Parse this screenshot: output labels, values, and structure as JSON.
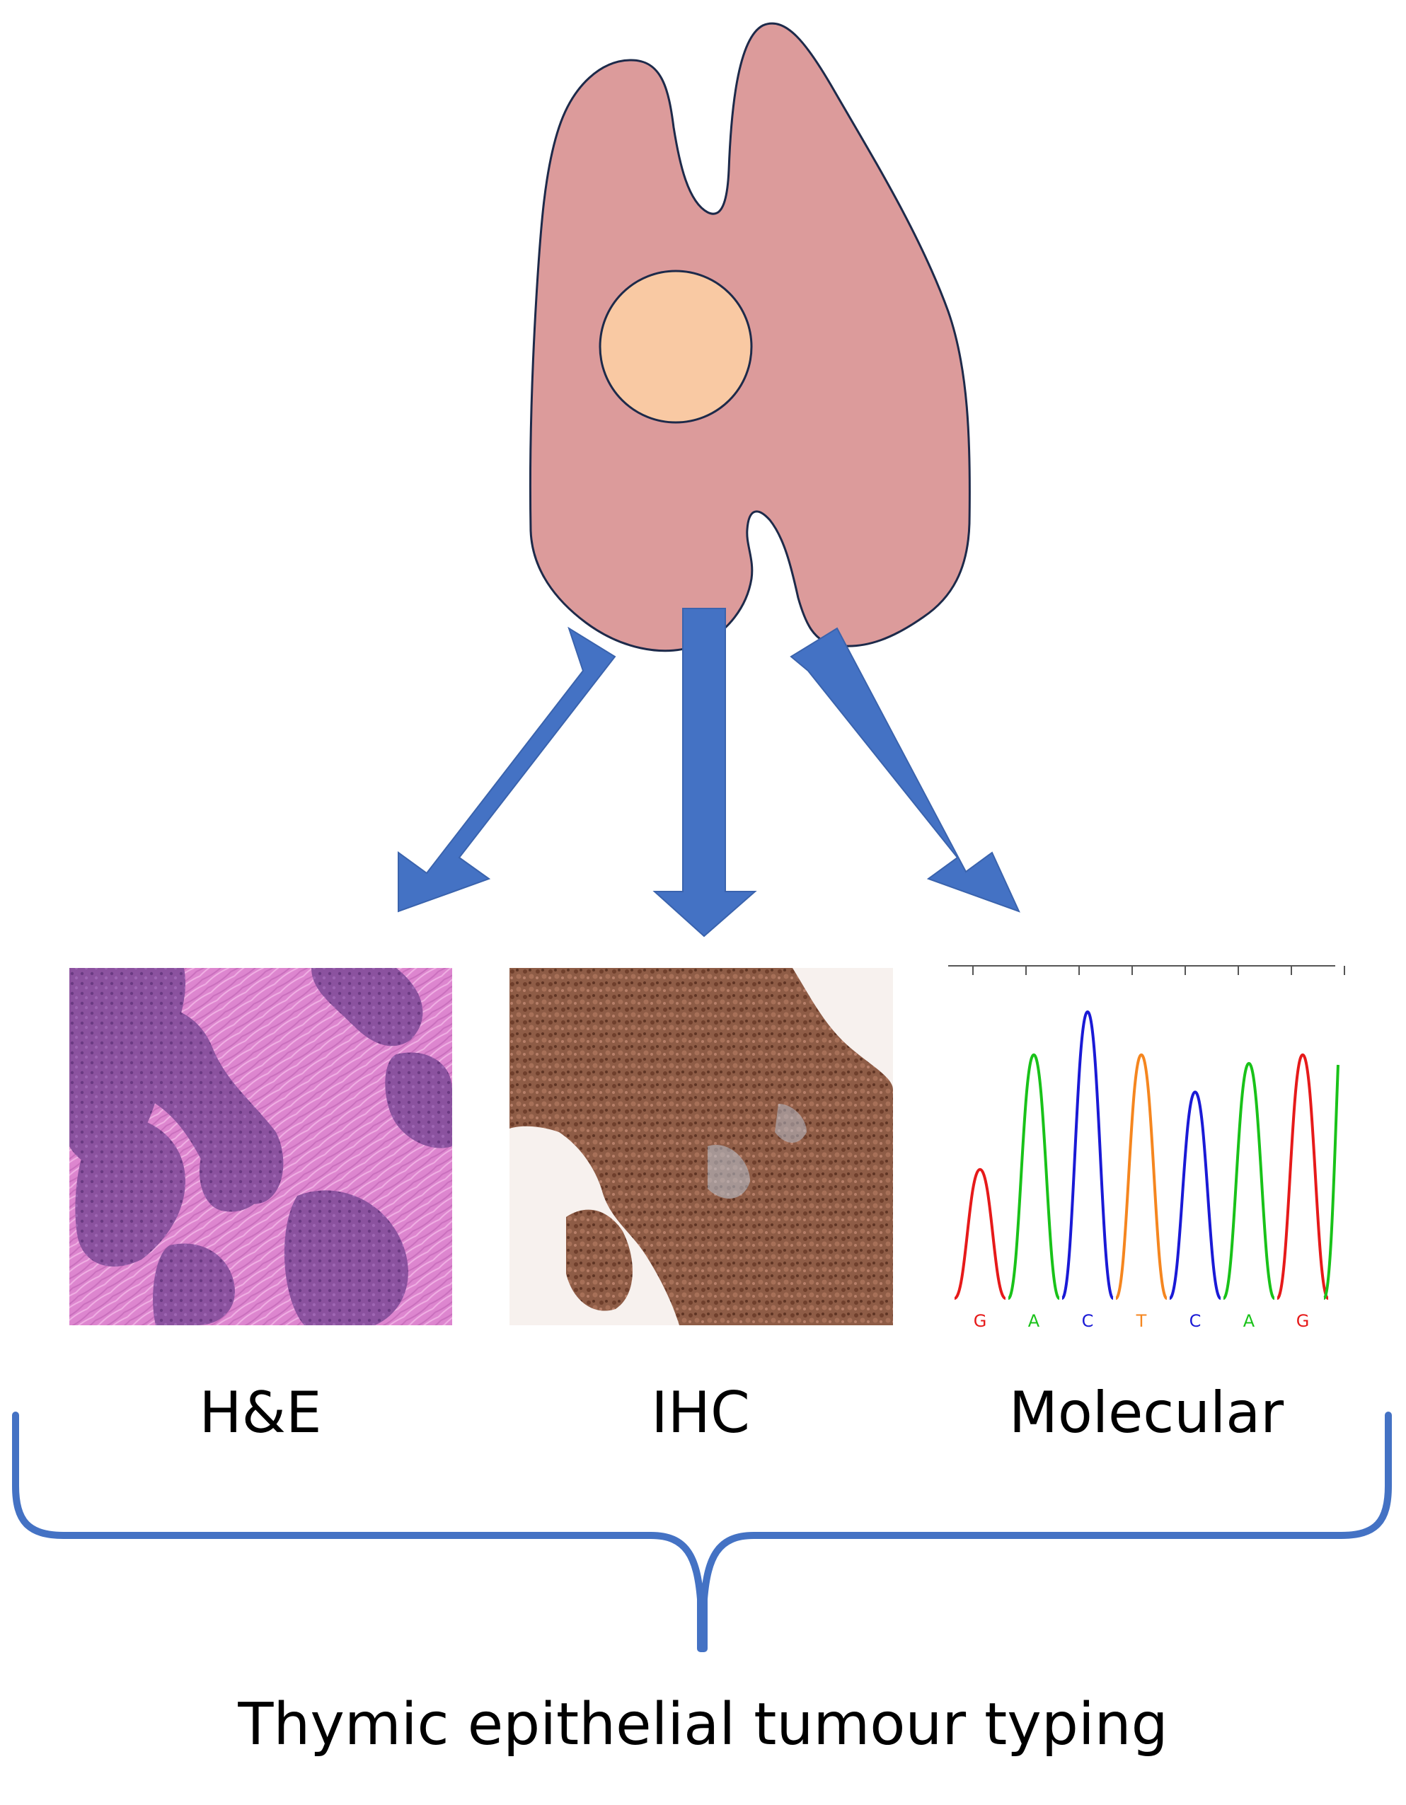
{
  "colors": {
    "thymus_fill": "#dc9b9b",
    "tumour_fill": "#f9c9a3",
    "arrow_fill": "#4472c4",
    "brace_stroke": "#4472c4",
    "he_pink": "#d97fc6",
    "he_purple": "#8a4f9e",
    "ihc_brown": "#8b5a45",
    "trace_green": "#19c219",
    "trace_blue": "#1a1ad6",
    "trace_red": "#e61a1a",
    "trace_orange": "#f5861f"
  },
  "panels": {
    "he": {
      "label": "H&E"
    },
    "ihc": {
      "label": "IHC"
    },
    "molecular": {
      "label": "Molecular",
      "bases": [
        "G",
        "A",
        "C",
        "T",
        "C",
        "A",
        "G"
      ]
    }
  },
  "caption": "Thymic epithelial tumour typing"
}
